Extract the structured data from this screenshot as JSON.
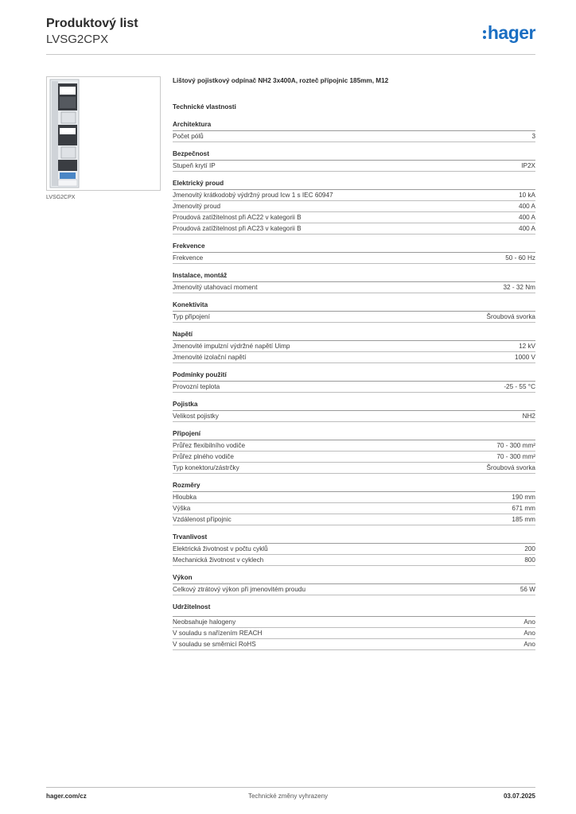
{
  "header": {
    "title": "Produktový list",
    "subtitle": "LVSG2CPX",
    "logo_text": "hager",
    "logo_color": "#1a6ec2"
  },
  "product": {
    "image_label": "LVSG2CPX",
    "description": "Lištový pojistkový odpínač NH2 3x400A, rozteč přípojnic 185mm, M12",
    "tech_title": "Technické vlastnosti"
  },
  "sections": [
    {
      "title": "Architektura",
      "rows": [
        {
          "label": "Počet pólů",
          "value": "3"
        }
      ]
    },
    {
      "title": "Bezpečnost",
      "rows": [
        {
          "label": "Stupeň krytí IP",
          "value": "IP2X"
        }
      ]
    },
    {
      "title": "Elektrický proud",
      "rows": [
        {
          "label": "Jmenovitý krátkodobý výdržný proud Icw 1 s IEC 60947",
          "value": "10 kA"
        },
        {
          "label": "Jmenovitý proud",
          "value": "400 A"
        },
        {
          "label": "Proudová zatížitelnost při AC22 v kategorii B",
          "value": "400 A"
        },
        {
          "label": "Proudová zatížitelnost při AC23 v kategorii B",
          "value": "400 A"
        }
      ]
    },
    {
      "title": "Frekvence",
      "rows": [
        {
          "label": "Frekvence",
          "value": "50 - 60 Hz"
        }
      ]
    },
    {
      "title": "Instalace, montáž",
      "rows": [
        {
          "label": "Jmenovitý utahovací moment",
          "value": "32 - 32 Nm"
        }
      ]
    },
    {
      "title": "Konektivita",
      "rows": [
        {
          "label": "Typ připojení",
          "value": "Šroubová svorka"
        }
      ]
    },
    {
      "title": "Napětí",
      "rows": [
        {
          "label": "Jmenovité impulzní výdržné napětí Uimp",
          "value": "12 kV"
        },
        {
          "label": "Jmenovité izolační napětí",
          "value": "1000 V"
        }
      ]
    },
    {
      "title": "Podmínky použití",
      "rows": [
        {
          "label": "Provozní teplota",
          "value": "-25 - 55 °C"
        }
      ]
    },
    {
      "title": "Pojistka",
      "rows": [
        {
          "label": "Velikost pojistky",
          "value": "NH2"
        }
      ]
    },
    {
      "title": "Připojení",
      "rows": [
        {
          "label": "Průřez flexibilního vodiče",
          "value": "70 - 300 mm²"
        },
        {
          "label": "Průřez plného vodiče",
          "value": "70 - 300 mm²"
        },
        {
          "label": "Typ konektoru/zástrčky",
          "value": "Šroubová svorka"
        }
      ]
    },
    {
      "title": "Rozměry",
      "rows": [
        {
          "label": "Hloubka",
          "value": "190 mm"
        },
        {
          "label": "Výška",
          "value": "671 mm"
        },
        {
          "label": "Vzdálenost přípojnic",
          "value": "185 mm"
        }
      ]
    },
    {
      "title": "Trvanlivost",
      "rows": [
        {
          "label": "Elektrická životnost v počtu cyklů",
          "value": "200"
        },
        {
          "label": "Mechanická životnost v cyklech",
          "value": "800"
        }
      ]
    },
    {
      "title": "Výkon",
      "rows": [
        {
          "label": "Celkový ztrátový výkon při jmenovitém proudu",
          "value": "56 W"
        }
      ]
    },
    {
      "title": "Udržitelnost",
      "gap": true,
      "rows": [
        {
          "label": "Neobsahuje halogeny",
          "value": "Ano"
        },
        {
          "label": "V souladu s nařízením REACH",
          "value": "Ano"
        },
        {
          "label": "V souladu se směrnicí RoHS",
          "value": "Ano"
        }
      ]
    }
  ],
  "footer": {
    "website": "hager.com/cz",
    "note": "Technické změny vyhrazeny",
    "date": "03.07.2025"
  }
}
